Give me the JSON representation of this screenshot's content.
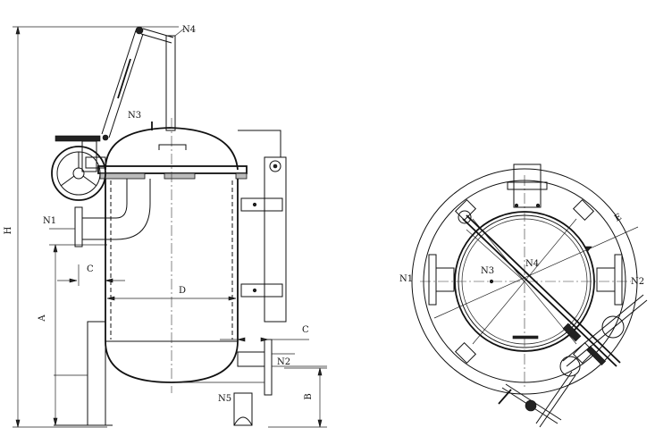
{
  "side_view": {
    "labels": {
      "n1": "N1",
      "n2": "N2",
      "n3": "N3",
      "n4": "N4",
      "n5": "N5",
      "h": "H",
      "a": "A",
      "b": "B",
      "c_left": "C",
      "c_right": "C",
      "d": "D"
    }
  },
  "top_view": {
    "labels": {
      "n1": "N1",
      "n2": "N2",
      "n3": "N3",
      "n4": "N4",
      "e": "E"
    }
  }
}
